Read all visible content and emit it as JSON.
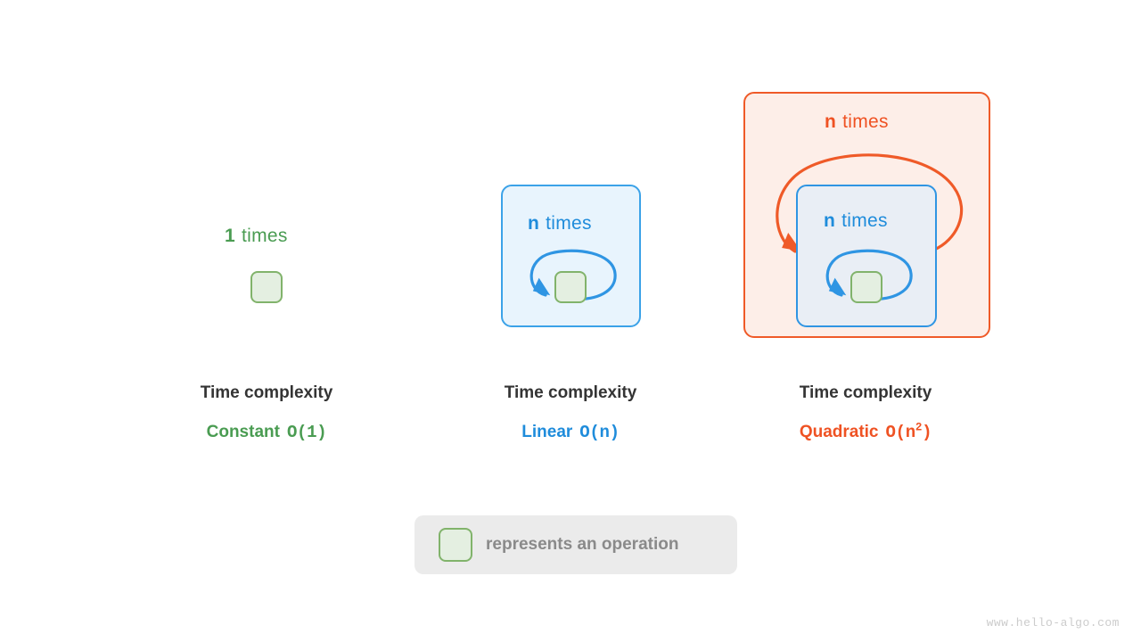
{
  "diagram": {
    "title_watermark": "www.hello-algo.com",
    "panels": [
      {
        "id": "constant",
        "loop_label_count": "1",
        "loop_label_word": "times",
        "caption_title": "Time complexity",
        "caption_name": "Constant",
        "caption_bigo_prefix": "O(1)",
        "caption_bigo_base": "O(1)",
        "caption_bigo_sup": "",
        "color": "#4a9c52",
        "has_outer_box": false,
        "has_loop_arrow": false
      },
      {
        "id": "linear",
        "loop_label_count": "n",
        "loop_label_word": "times",
        "caption_title": "Time complexity",
        "caption_name": "Linear",
        "caption_bigo_prefix": "O(n)",
        "caption_bigo_base": "O(n)",
        "caption_bigo_sup": "",
        "color": "#1f8cdb",
        "has_outer_box": true,
        "has_loop_arrow": true
      },
      {
        "id": "quadratic",
        "loop_label_count": "n",
        "loop_label_word": "times",
        "inner_loop_label_count": "n",
        "inner_loop_label_word": "times",
        "caption_title": "Time complexity",
        "caption_name": "Quadratic",
        "caption_bigo_prefix": "O(n",
        "caption_bigo_base": "O(n",
        "caption_bigo_sup": "2",
        "caption_bigo_suffix": ")",
        "color": "#ef5223",
        "has_outer_box": true,
        "has_loop_arrow": true
      }
    ],
    "legend": {
      "text": "represents an operation",
      "square_icon": "operation-square"
    },
    "colors": {
      "green_text": "#4a9c52",
      "green_box_fill": "#e4efe1",
      "green_box_border": "#81b36b",
      "blue_accent": "#1f8cdb",
      "blue_box_fill": "#e8f4fd",
      "blue_box_border": "#3ba2e8",
      "orange_accent": "#ef5223",
      "orange_box_fill": "#fdeee8",
      "orange_box_border": "#ef5a28",
      "caption_title": "#343434",
      "legend_bg": "#ebebeb",
      "legend_text": "#8a8a8a",
      "watermark": "#cccccc",
      "page_bg": "#ffffff"
    }
  }
}
